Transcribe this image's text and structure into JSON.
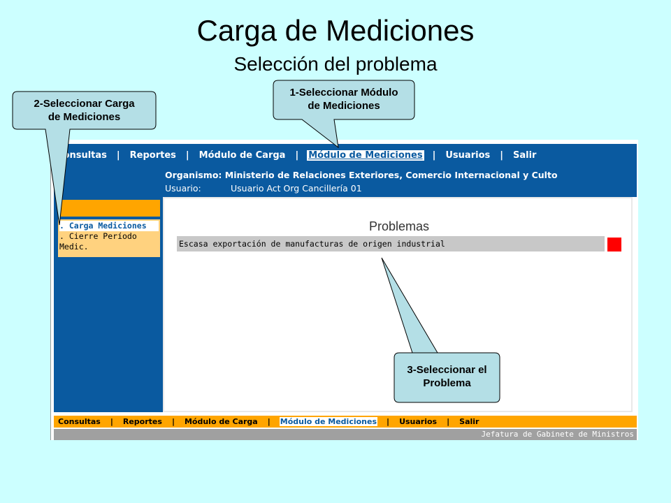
{
  "slide": {
    "title": "Carga de Mediciones",
    "subtitle": "Selección del problema"
  },
  "topnav": {
    "items": [
      {
        "label": "Consultas"
      },
      {
        "label": "Reportes"
      },
      {
        "label": "Módulo de Carga"
      },
      {
        "label": "Módulo de Mediciones",
        "active": true
      },
      {
        "label": "Usuarios"
      },
      {
        "label": "Salir"
      }
    ],
    "separator": "|"
  },
  "info": {
    "org_label": "Organismo:",
    "org_value": "Ministerio de Relaciones Exteriores, Comercio Internacional y Culto",
    "user_label": "Usuario:",
    "user_value": "Usuario Act Org Cancillería 01"
  },
  "side_menu": {
    "items": [
      {
        "label": ". Carga Mediciones",
        "active": true
      },
      {
        "label": ". Cierre Período"
      },
      {
        "label": "Medic."
      }
    ]
  },
  "content": {
    "title": "Problemas",
    "problem": "Escasa exportación de manufacturas de origen industrial"
  },
  "bottomnav": {
    "items": [
      {
        "label": "Consultas"
      },
      {
        "label": "Reportes"
      },
      {
        "label": "Módulo de Carga"
      },
      {
        "label": "Módulo de Mediciones",
        "active": true
      },
      {
        "label": "Usuarios"
      },
      {
        "label": "Salir"
      }
    ]
  },
  "footer": {
    "text": "Jefatura de Gabinete de Ministros"
  },
  "callouts": {
    "c1": {
      "line1": "1-Seleccionar Módulo",
      "line2": "de Mediciones"
    },
    "c2": {
      "line1": "2-Seleccionar Carga",
      "line2": "de Mediciones"
    },
    "c3": {
      "line1": "3-Seleccionar el",
      "line2": "Problema"
    }
  },
  "colors": {
    "background": "#ccffff",
    "nav_blue": "#0a5aa0",
    "orange": "#ffa500",
    "callout_fill": "#b4dfe6",
    "flag_red": "#ff0000"
  }
}
